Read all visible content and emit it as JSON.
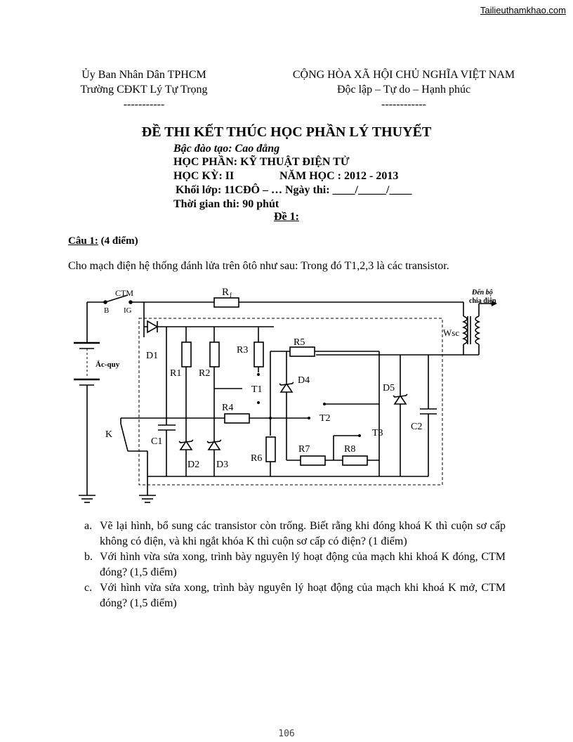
{
  "watermark": "Tailieuthamkhao.com",
  "header": {
    "left": [
      "Ủy Ban Nhân Dân TPHCM",
      "Trường CĐKT Lý Tự Trọng",
      "-----------"
    ],
    "right": [
      "CỘNG HÒA XÃ HỘI CHỦ NGHĨA VIỆT NAM",
      "Độc lập – Tự do – Hạnh phúc",
      "------------"
    ]
  },
  "exam": {
    "title": "ĐỀ THI KẾT THÚC HỌC PHẦN LÝ THUYẾT",
    "level": "Bậc đào tạo: Cao đẳng",
    "course": "HỌC PHẦN: KỸ THUẬT ĐIỆN TỬ",
    "semester": "HỌC KỲ: II",
    "year": "NĂM HỌC :  2012 - 2013",
    "class_line": "Khối lớp:  11CĐÔ – …  Ngày thi: ____/_____/____",
    "duration": "Thời gian thi: 90 phút",
    "paper_label": "Đề 1:"
  },
  "question": {
    "label": "Câu 1:",
    "points": "(4 điểm)",
    "intro": "Cho mạch điện hệ thống đánh lửa trên ôtô như sau: Trong đó T1,2,3 là các transistor.",
    "items": [
      {
        "label": "a.",
        "text": "Vẽ lại hình, bổ sung các transistor còn trống. Biết rằng khi đóng khoá K thì cuộn sơ cấp không có điện, và khi ngắt khóa K thì cuộn sơ cấp có điện? (1 điểm)"
      },
      {
        "label": "b.",
        "text": "Với hình vừa sửa xong, trình bày nguyên lý hoạt động của mạch khi khoá K đóng, CTM đóng? (1,5 điểm)"
      },
      {
        "label": "c.",
        "text": "Với hình vừa sửa xong, trình bày nguyên lý hoạt động của mạch khi khoá K mở, CTM đóng? (1,5 điểm)"
      }
    ]
  },
  "circuit": {
    "labels": {
      "ctm": "CTM",
      "b": "B",
      "ig": "IG",
      "rf": "R",
      "rf_sub": "f",
      "out1": "Đến bộ",
      "out2": "chia điện",
      "wsc": "Wsc",
      "battery": "Ắc-quy",
      "d1": "D1",
      "r1": "R1",
      "r2": "R2",
      "r3": "R3",
      "r5": "R5",
      "d4": "D4",
      "t1": "T1",
      "r4": "R4",
      "t2": "T2",
      "t3": "T3",
      "d5": "D5",
      "c2": "C2",
      "k": "K",
      "c1": "C1",
      "d2": "D2",
      "d3": "D3",
      "r6": "R6",
      "r7": "R7",
      "r8": "R8"
    }
  },
  "page_number": "106"
}
